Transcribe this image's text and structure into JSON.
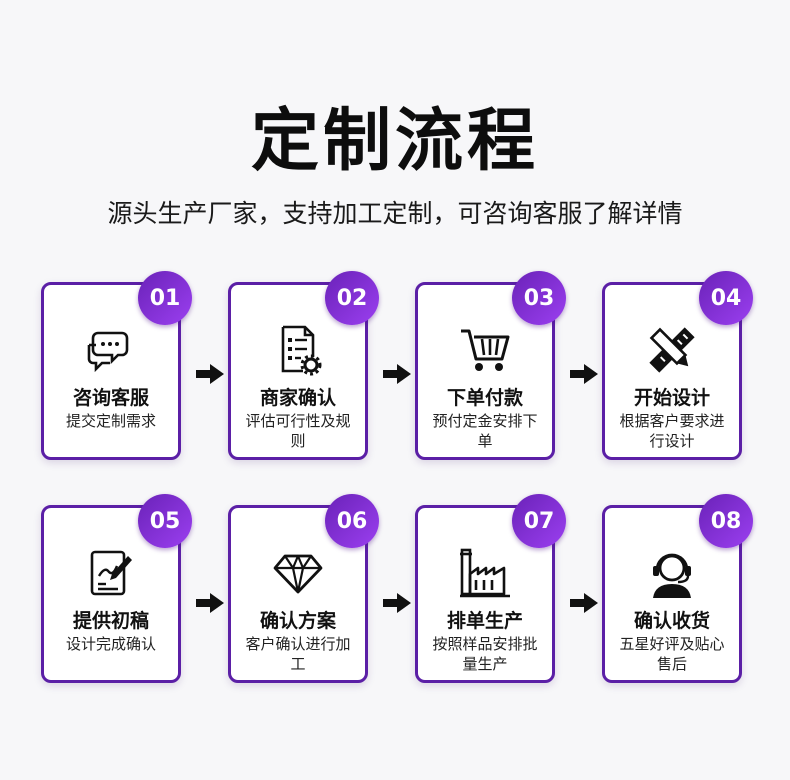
{
  "title": "定制流程",
  "subtitle": "源头生产厂家，支持加工定制，可咨询客服了解详情",
  "steps": [
    {
      "num": "01",
      "title": "咨询客服",
      "desc": "提交定制需求",
      "icon": "chat-bubbles-icon"
    },
    {
      "num": "02",
      "title": "商家确认",
      "desc": "评估可行性及规则",
      "icon": "document-gear-icon"
    },
    {
      "num": "03",
      "title": "下单付款",
      "desc": "预付定金安排下单",
      "icon": "shopping-cart-icon"
    },
    {
      "num": "04",
      "title": "开始设计",
      "desc": "根据客户要求进行设计",
      "icon": "ruler-pencil-icon"
    },
    {
      "num": "05",
      "title": "提供初稿",
      "desc": "设计完成确认",
      "icon": "draft-edit-icon"
    },
    {
      "num": "06",
      "title": "确认方案",
      "desc": "客户确认进行加工",
      "icon": "diamond-icon"
    },
    {
      "num": "07",
      "title": "排单生产",
      "desc": "按照样品安排批量生产",
      "icon": "factory-icon"
    },
    {
      "num": "08",
      "title": "确认收货",
      "desc": "五星好评及贴心售后",
      "icon": "customer-service-icon"
    }
  ],
  "colors": {
    "accent": "#5b1fa6",
    "badge": "#7b2fd0"
  }
}
